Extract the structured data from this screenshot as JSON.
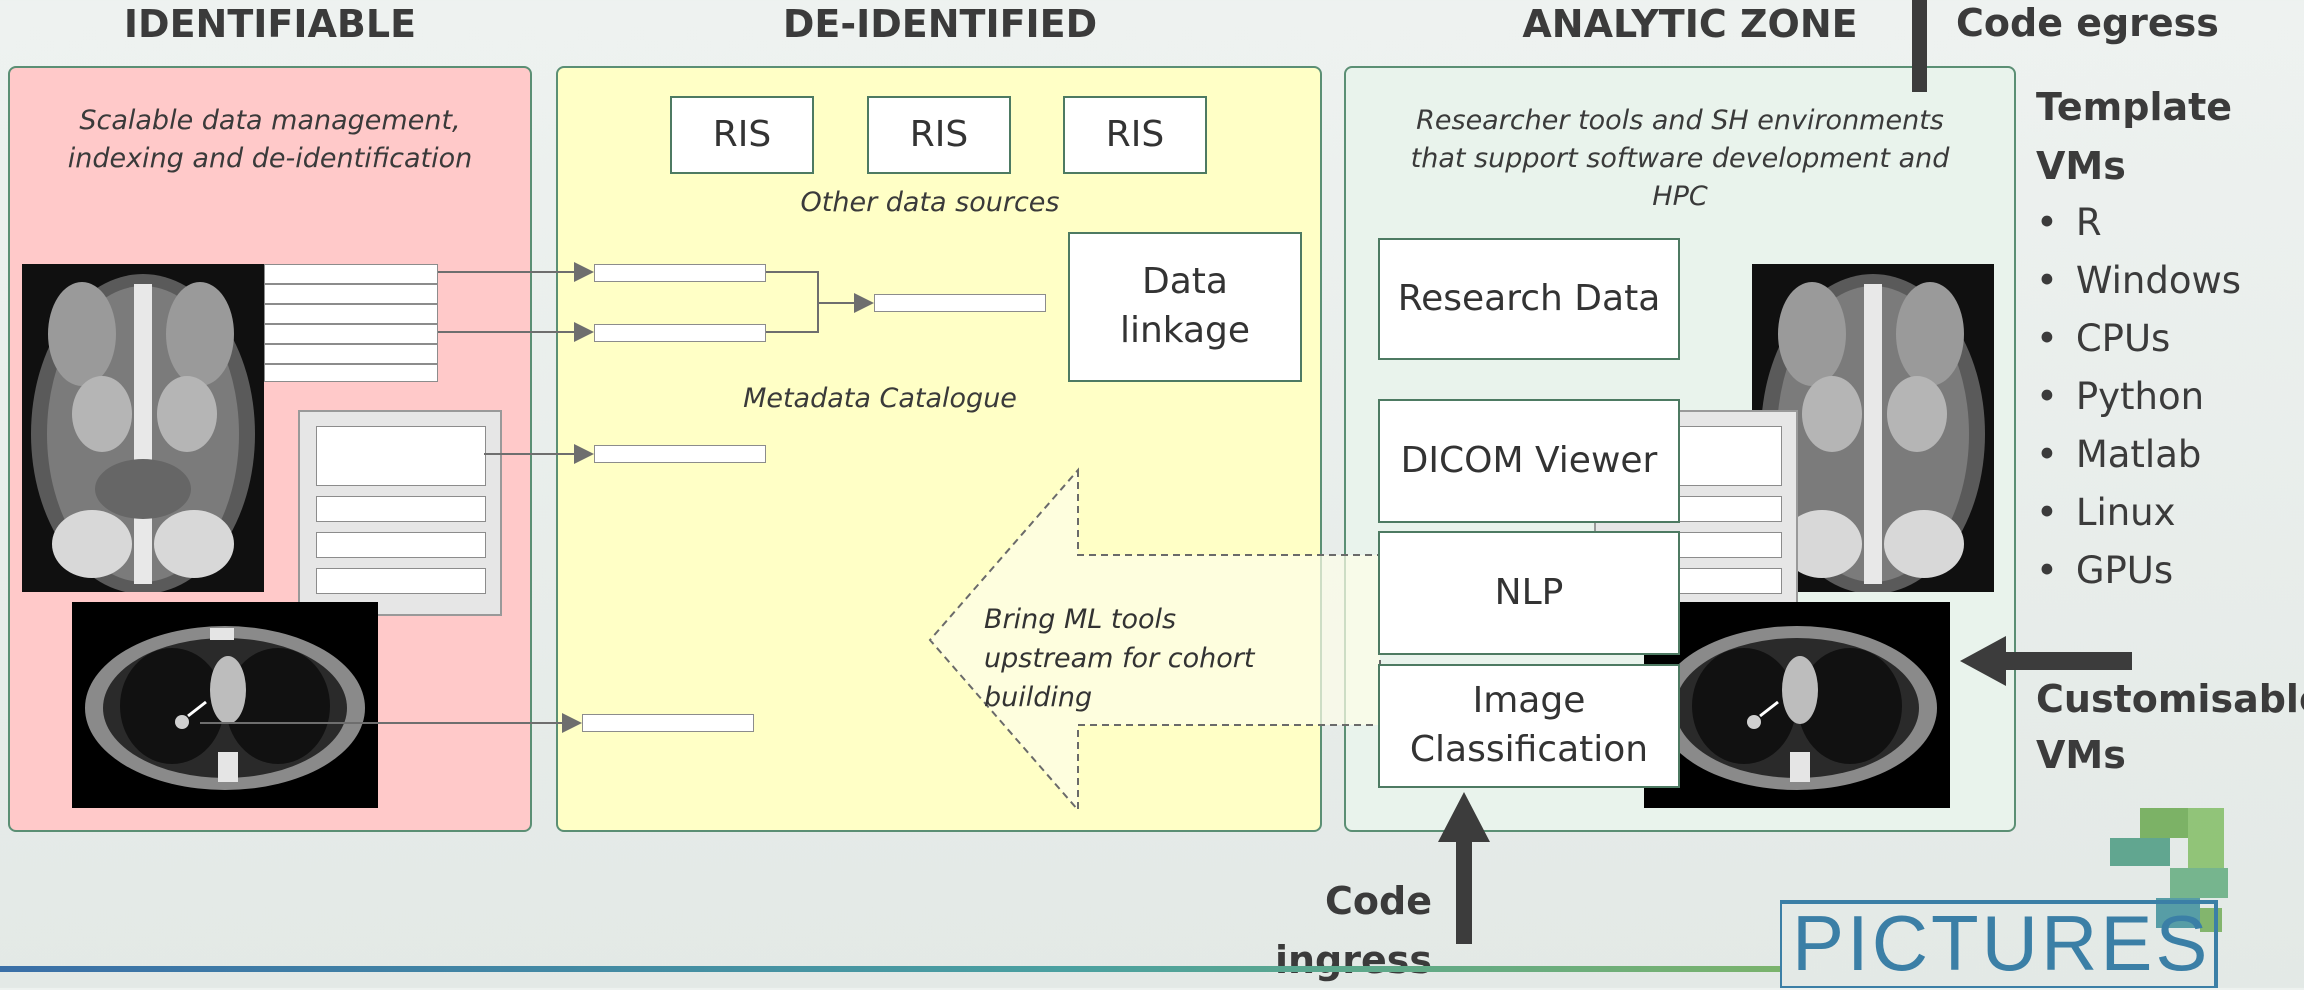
{
  "headers": {
    "identifiable": "IDENTIFIABLE",
    "deidentified": "DE-IDENTIFIED",
    "analytic": "ANALYTIC ZONE"
  },
  "identifiable": {
    "caption": "Scalable data management, indexing and de-identification"
  },
  "deidentified": {
    "ris": [
      "RIS",
      "RIS",
      "RIS"
    ],
    "other_sources": "Other data sources",
    "data_linkage": "Data linkage",
    "metadata_catalogue": "Metadata Catalogue",
    "ml_arrow_text": "Bring ML tools upstream for cohort building"
  },
  "analytic": {
    "caption": "Researcher tools and SH environments that support software development and HPC",
    "research_data": "Research Data",
    "dicom_viewer": "DICOM Viewer",
    "nlp": "NLP",
    "image_classification": "Image Classification"
  },
  "side": {
    "code_egress": "Code egress",
    "template_vms": "Template VMs",
    "vm_list": [
      "R",
      "Windows",
      "CPUs",
      "Python",
      "Matlab",
      "Linux",
      "GPUs"
    ],
    "customisable_vms": "Customisable VMs",
    "code_ingress": "Code ingress"
  },
  "logo": {
    "text": "PICTURES"
  },
  "colors": {
    "identifiable_bg": "#ffc9c9",
    "deidentified_bg": "#ffffc6",
    "analytic_bg": "#e9f3ec",
    "zone_border": "#5b8f74",
    "logo_text": "#3b7fa6",
    "logo_green": "#6aa84f"
  }
}
